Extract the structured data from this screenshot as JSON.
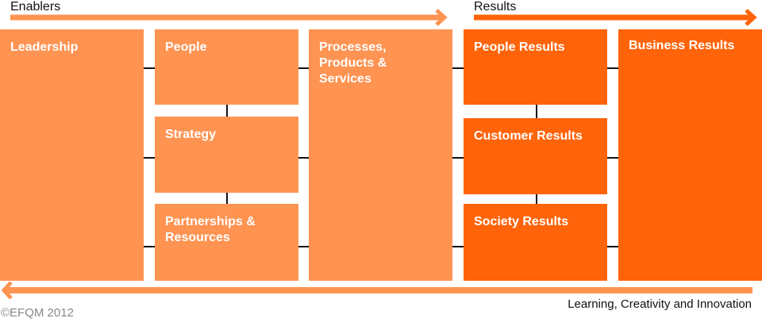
{
  "header": {
    "enablers": "Enablers",
    "results": "Results"
  },
  "enablers": {
    "leadership": "Leadership",
    "people": "People",
    "strategy": "Strategy",
    "partnerships": "Partnerships & Resources",
    "processes": "Processes, Products & Services"
  },
  "results": {
    "people_results": "People Results",
    "customer_results": "Customer Results",
    "society_results": "Society Results",
    "business_results": "Business Results"
  },
  "footer": {
    "learning": "Learning, Creativity and Innovation",
    "copyright": "©EFQM 2012"
  },
  "colors": {
    "enablers": "#FF9352",
    "results": "#FF640A"
  }
}
